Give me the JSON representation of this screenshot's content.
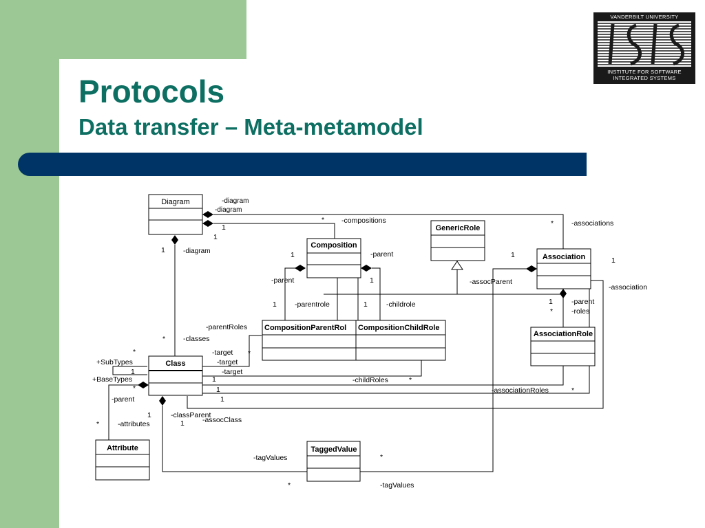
{
  "slide": {
    "title": "Protocols",
    "subtitle": "Data transfer – Meta-metamodel"
  },
  "logo": {
    "top_text": "VANDERBILT UNIVERSITY",
    "bottom_line1": "INSTITUTE FOR SOFTWARE",
    "bottom_line2": "INTEGRATED SYSTEMS"
  },
  "colors": {
    "green": "#9cc896",
    "band": "#003466",
    "title": "#0d6e62"
  },
  "diagram": {
    "classes": {
      "diagram": "Diagram",
      "composition": "Composition",
      "generic_role": "GenericRole",
      "association": "Association",
      "composition_parent_role": "CompositionParentRol",
      "composition_child_role": "CompositionChildRole",
      "association_role": "AssociationRole",
      "class": "Class",
      "attribute": "Attribute",
      "tagged_value": "TaggedValue"
    },
    "labels": {
      "diagram_a": "-diagram",
      "diagram_b": "-diagram",
      "star_compositions": "*",
      "compositions": "-compositions",
      "star_associations": "*",
      "associations": "-associations",
      "one_a": "1",
      "one_b": "1",
      "one_diagram": "1",
      "diagram_c": "-diagram",
      "one_comp_left": "1",
      "parent_comp": "-parent",
      "one_assoc_left": "1",
      "one_assoc_right": "1",
      "parent_left": "-parent",
      "one_comp_bottom": "1",
      "assoc_parent": "-assocParent",
      "association_lbl": "-association",
      "one_parentrole": "1",
      "parentrole": "-parentrole",
      "one_childrole": "1",
      "childrole": "-childrole",
      "one_ar": "1",
      "parent_ar": "-parent",
      "star_ar": "*",
      "roles": "-roles",
      "parent_roles": "-parentRoles",
      "star_classes": "*",
      "classes": "-classes",
      "star_subtypes": "*",
      "subtypes": "+SubTypes",
      "one_subtypes": "1",
      "basetypes": "+BaseTypes",
      "star_basetypes": "*",
      "target_a": "-target",
      "target_b": "-target",
      "target_c": "-target",
      "star_target": "*",
      "one_t1": "1",
      "one_t2": "1",
      "one_t3": "1",
      "child_roles": "-childRoles",
      "star_childroles": "*",
      "association_roles": "-associationRoles",
      "star_association_roles": "*",
      "parent_attr": "-parent",
      "one_classparent": "1",
      "class_parent": "-classParent",
      "assoc_class": "-assocClass",
      "one_assocclass": "1",
      "star_attributes": "*",
      "attributes": "-attributes",
      "tag_values_a": "-tagValues",
      "star_tagvalues_a": "*",
      "star_tagvalues_b": "*",
      "tag_values_b": "-tagValues"
    }
  }
}
